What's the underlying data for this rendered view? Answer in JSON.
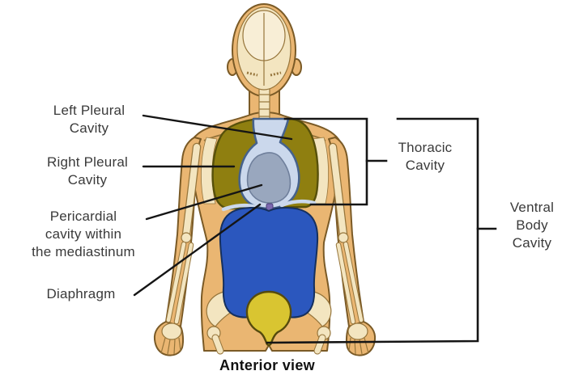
{
  "figure": {
    "caption": "Anterior view",
    "labels": {
      "left_pleural": "Left Pleural\nCavity",
      "right_pleural": "Right Pleural\nCavity",
      "pericardial": "Pericardial\ncavity within\nthe mediastinum",
      "diaphragm": "Diaphragm",
      "thoracic": "Thoracic\nCavity",
      "ventral": "Ventral\nBody\nCavity"
    }
  },
  "colors": {
    "pleural": "#8F7F10",
    "pleural_outline": "#57500A",
    "mediastinum": "#CBD8EC",
    "mediastinum_outline": "#46628C",
    "pericardial": "#99A7BE",
    "pericardial_outline": "#6F7F9B",
    "abdominal": "#2B57BE",
    "abdominal_outline": "#16305E",
    "pelvic": "#D9C531",
    "pelvic_outline": "#554A0D",
    "violet_marker": "#7C68B0",
    "violet_marker_outline": "#4A3E77",
    "skin": "#EAB672",
    "skin_outline": "#7A5A26",
    "bone": "#F3E5C0",
    "bone_light": "#F8EED6",
    "bone_outline": "#96753B",
    "line": "#151515",
    "text": "#3A3A3A",
    "caption_text": "#111111"
  }
}
